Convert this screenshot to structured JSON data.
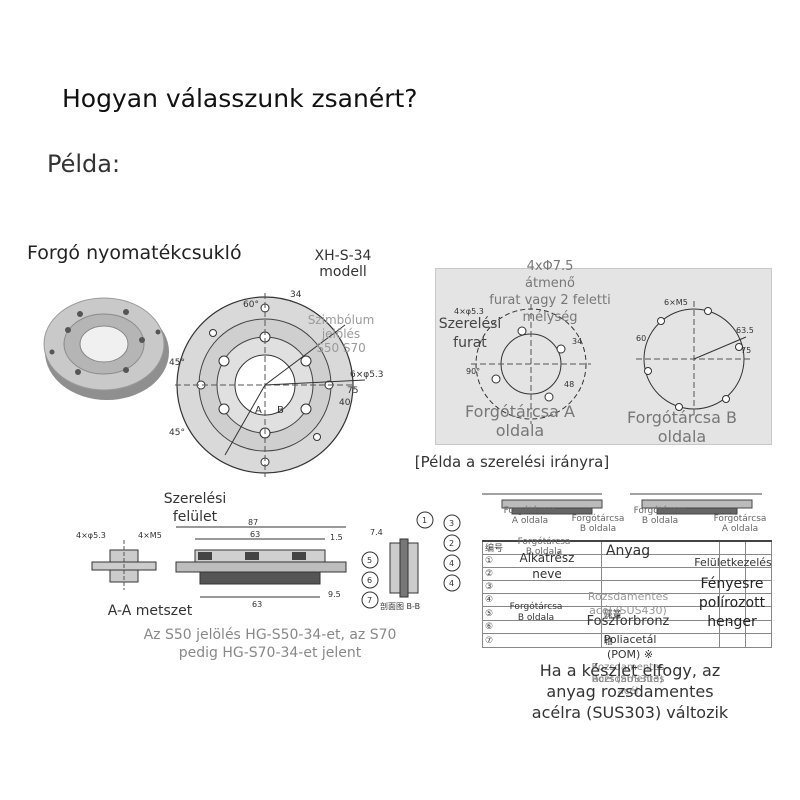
{
  "header": {
    "title": "Hogyan válasszunk zsanért?",
    "subtitle": "Példa:"
  },
  "left_section": {
    "label": "Forgó nyomatékcsukló",
    "model": "XH-S-34\nmodell",
    "symbol_note": "Szimbólum\njelölés\nS50 S70",
    "dims": {
      "angle": "60°",
      "d34": "34",
      "d40": "40",
      "d75": "75",
      "holes": "6×φ5.3",
      "a45_1": "45°",
      "a45_2": "45°",
      "markA": "A",
      "markB": "B"
    }
  },
  "right_panel": {
    "note": "4xΦ7.5\nátmenő\nfurat vagy 2 feletti\nmélység",
    "mount_hole": "Szerelési\nfurat",
    "side_a": "Forgótárcsa A\noldala",
    "side_b": "Forgótárcsa B\noldala",
    "dims_a": {
      "holes": "4×φ5.3",
      "d34": "34",
      "d48": "48",
      "a90": "90°"
    },
    "dims_b": {
      "holes": "6×M5",
      "d63_5": "63.5",
      "d75": "75",
      "a60": "60"
    }
  },
  "mounting_caption": "[Példa a szerelési irányra]",
  "bottom_left": {
    "mount_surface": "Szerelési\nfelület",
    "section_aa": "A-A metszet",
    "note": "Az S50 jelölés HG-S50-34-et, az S70\npedig HG-S70-34-et jelent",
    "dims": {
      "d87": "87",
      "d63_top": "63",
      "d63_bot": "63",
      "d7_4": "7.4",
      "d1_5": "1.5",
      "d9_5": "9.5",
      "holes_a": "4×φ5.3",
      "holes_b": "4×M5",
      "sec_bb": "剖面图 B-B",
      "callouts": [
        "1",
        "2",
        "3",
        "4",
        "5",
        "6",
        "7",
        "4"
      ]
    }
  },
  "bottom_right": {
    "top_labels": [
      "Forgótárcsa\nA oldala",
      "Forgótárcsa\nB oldala",
      "Forgótárcsa\nB oldala",
      "Forgótárcsa\nA oldala"
    ],
    "col_part": "Alkatrész\nneve",
    "col_material": "Anyag",
    "col_finish": "Felületkezelés",
    "row_num_header": "编号",
    "row_nums": [
      "①",
      "②",
      "③",
      "④",
      "⑤",
      "⑥",
      "⑦"
    ],
    "row_part_b": "Forgótárcsa\nB oldala",
    "row_spring": "碟簧",
    "row_shaft": "轴",
    "mat_stainless": "Rozsdamentes\nacél (SUS430)",
    "mat_bronze": "Foszforbronz",
    "mat_pom": "Poliacetál\n(POM) ※",
    "mat_steel": "Rozsdamentes\nacél (SUS303)",
    "finish": "Fényesre\npolírozott\nhenger",
    "finish_dash": "-",
    "footnote": "Ha a készlet elfogy, az\nanyag rozsdamentes\nacélra (SUS303) változik",
    "ghost_line": "Rozsdamentes\nacél"
  }
}
